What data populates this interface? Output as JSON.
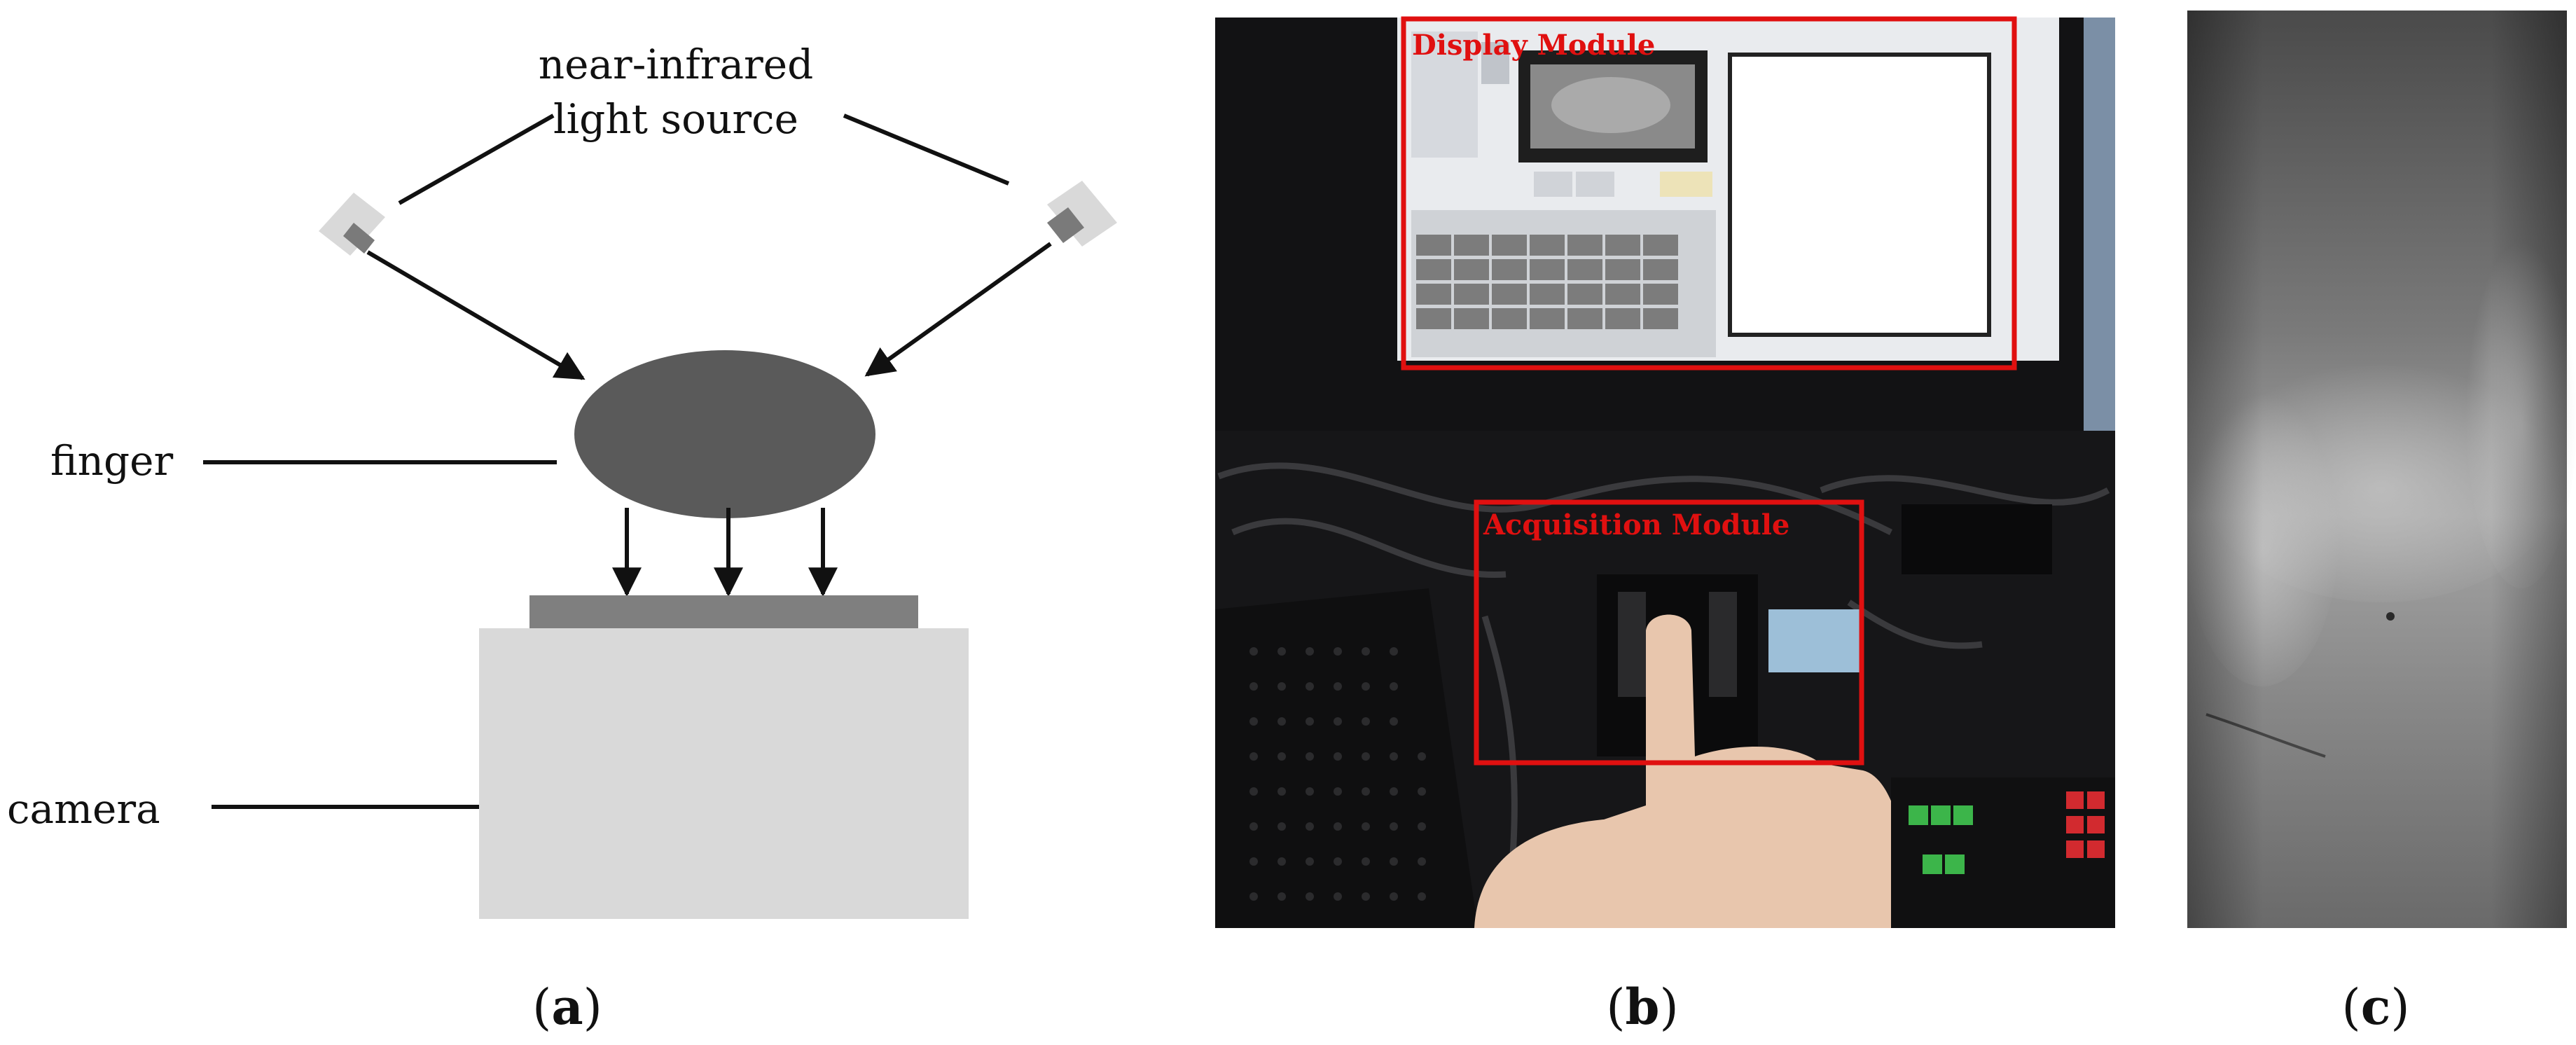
{
  "panel_a": {
    "label_light_source_line1": "near-infrared",
    "label_light_source_line2": "light source",
    "label_finger": "finger",
    "label_camera": "camera",
    "caption_open": "(",
    "caption_letter": "a",
    "caption_close": ")"
  },
  "panel_b": {
    "display_module_label": "Display Module",
    "acquisition_module_label": "Acquisition Module",
    "caption_open": "(",
    "caption_letter": "b",
    "caption_close": ")"
  },
  "panel_c": {
    "caption_open": "(",
    "caption_letter": "c",
    "caption_close": ")"
  },
  "colors": {
    "finger": "#5a5a5a",
    "camera_body": "#d9d9d9",
    "sensor_strip": "#7f7f7f",
    "highlight_box": "#e01010"
  }
}
